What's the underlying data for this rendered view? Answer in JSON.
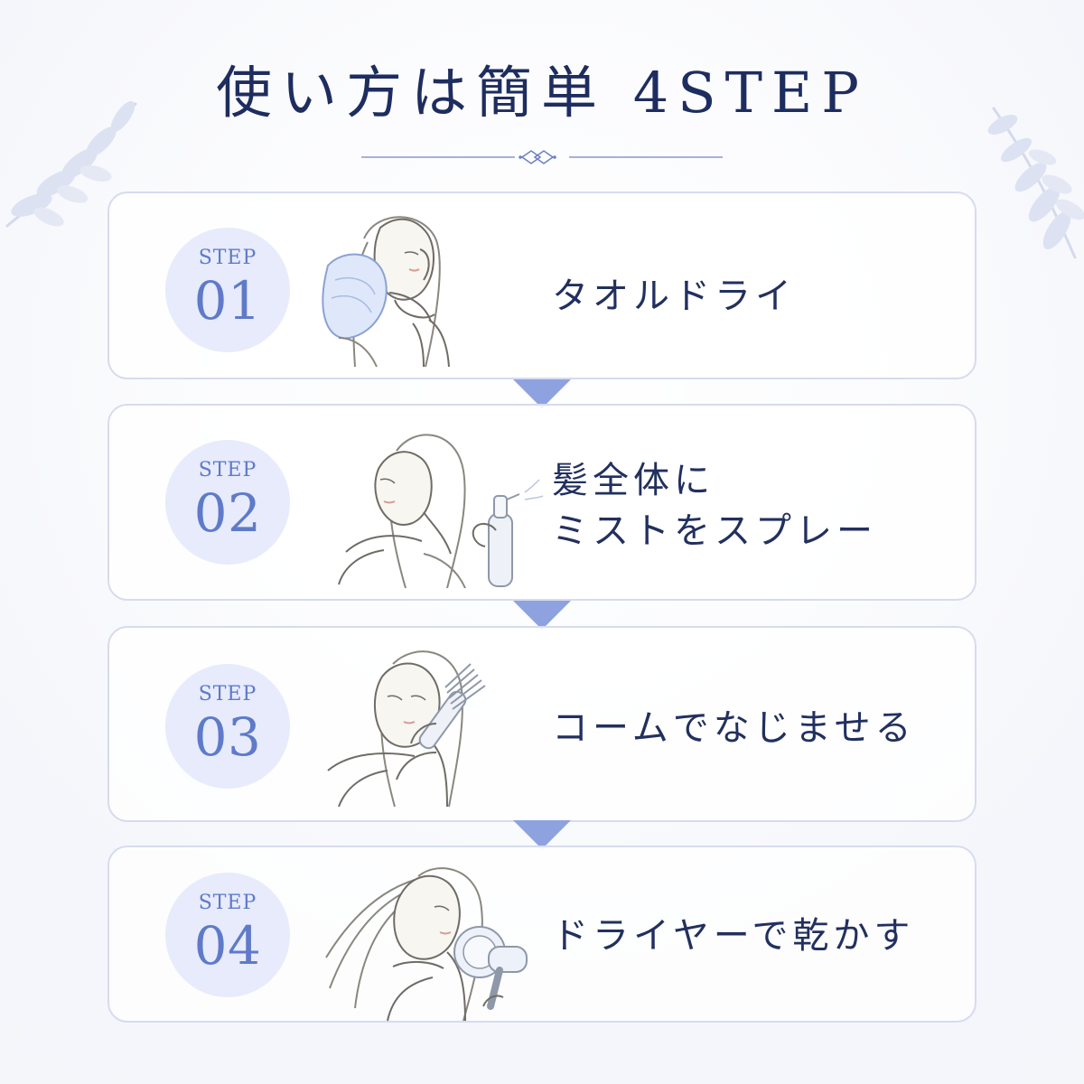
{
  "title": "使い方は簡単 4STEP",
  "steps": [
    {
      "badge_label": "STEP",
      "number": "01",
      "text_lines": [
        "タオルドライ"
      ]
    },
    {
      "badge_label": "STEP",
      "number": "02",
      "text_lines": [
        "髪全体に",
        "ミストをスプレー"
      ]
    },
    {
      "badge_label": "STEP",
      "number": "03",
      "text_lines": [
        "コームでなじませる"
      ]
    },
    {
      "badge_label": "STEP",
      "number": "04",
      "text_lines": [
        "ドライヤーで乾かす"
      ]
    }
  ],
  "icons": {
    "decor_left": "leaf-branch-icon",
    "decor_right": "leaf-branch-icon",
    "arrow": "down-triangle-icon"
  },
  "colors": {
    "title": "#1e2d5f",
    "badge_bg": "#e7ebfb",
    "badge_text": "#5f7ac9",
    "card_border": "#d7dbee",
    "arrow": "#8ea2df"
  }
}
